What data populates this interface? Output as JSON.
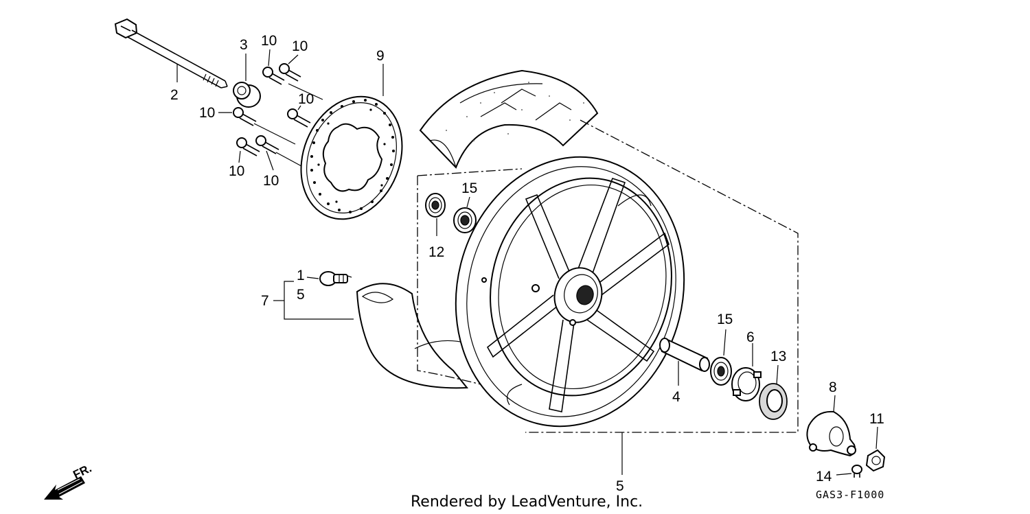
{
  "diagram": {
    "callouts": {
      "bolt_axle": "2",
      "collar": "3",
      "disc_bolt_a": "10",
      "disc_bolt_b": "10",
      "disc_bolt_c": "10",
      "disc_bolt_d": "10",
      "disc_bolt_e": "10",
      "disc_bolt_f": "10",
      "brake_disc": "9",
      "bearing_left": "12",
      "bearing_left_inner": "15",
      "valve": "1",
      "valve_sub": "5",
      "tire_assy": "7",
      "wheel": "5",
      "distance_collar": "4",
      "bearing_right": "15",
      "retainer": "6",
      "dust_seal": "13",
      "speedo_gearbox": "8",
      "axle_nut": "11",
      "screw": "14"
    },
    "direction_label": "FR.",
    "part_code": "GAS3-F1000",
    "footer": "Rendered by LeadVenture, Inc."
  }
}
